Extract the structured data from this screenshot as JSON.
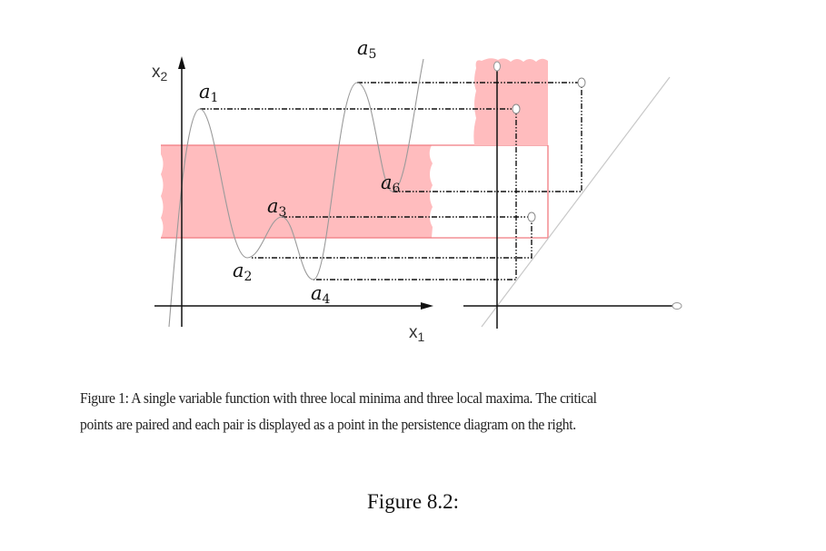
{
  "figure": {
    "axis_labels": {
      "x1": "x",
      "x1_sub": "1",
      "x2": "x",
      "x2_sub": "2"
    },
    "critical_points": [
      {
        "name": "a",
        "sub": "1"
      },
      {
        "name": "a",
        "sub": "2"
      },
      {
        "name": "a",
        "sub": "3"
      },
      {
        "name": "a",
        "sub": "4"
      },
      {
        "name": "a",
        "sub": "5"
      },
      {
        "name": "a",
        "sub": "6"
      }
    ],
    "colors": {
      "band": "#ffbcbe",
      "band_edge": "#f07a80",
      "curve": "#9a9a9a"
    }
  },
  "caption": "Figure 1: A single variable function with three local minima and three local maxima. The critical points are paired and each pair is displayed as a point in the persistence diagram on the right.",
  "figure_label": "Figure 8.2:"
}
